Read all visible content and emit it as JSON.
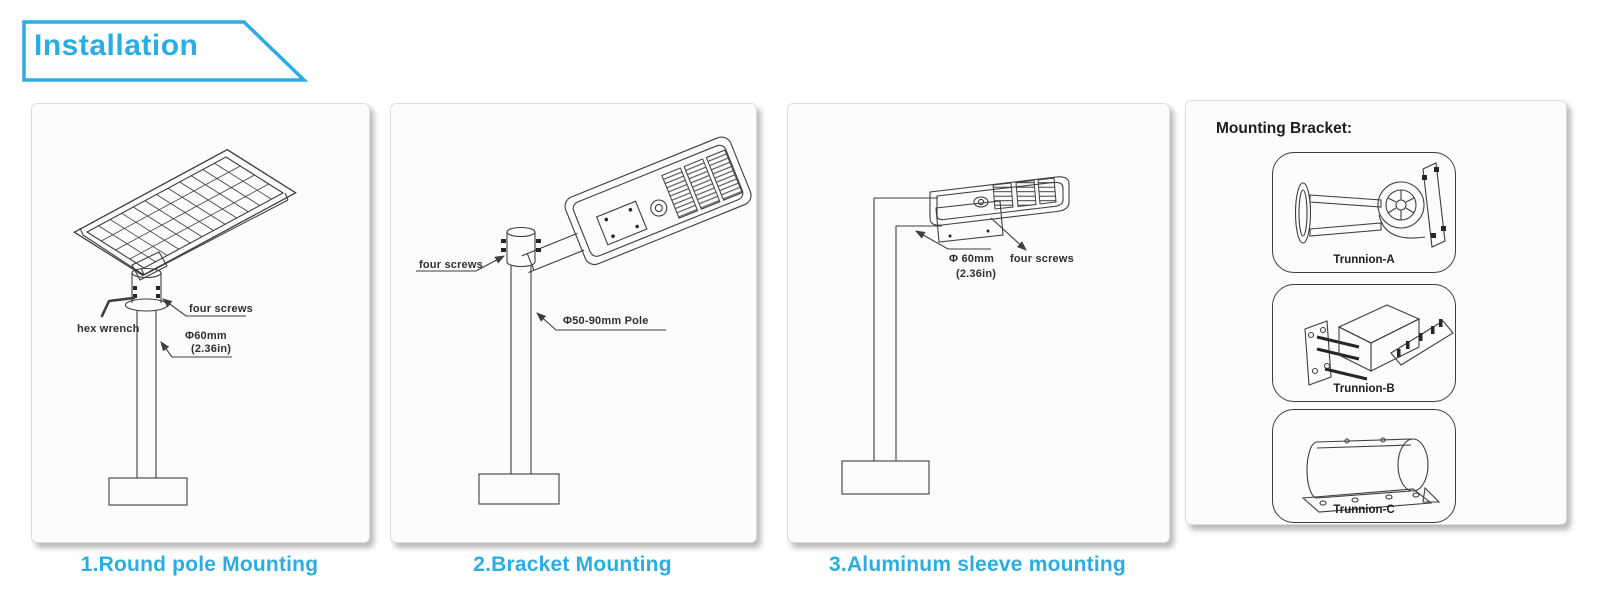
{
  "colors": {
    "accent": "#2BACE2",
    "line": "#3e3e3e",
    "label": "#2f2f2f",
    "panel_bg": "#fcfcfd"
  },
  "header": {
    "title": "Installation"
  },
  "panels": [
    {
      "caption": "1.Round pole Mounting",
      "labels": {
        "hex_wrench": "hex wrench",
        "four_screws": "four screws",
        "diameter_line1": "Φ60mm",
        "diameter_line2": "(2.36in)"
      }
    },
    {
      "caption": "2.Bracket Mounting",
      "labels": {
        "four_screws": "four screws",
        "pole": "Φ50-90mm Pole"
      }
    },
    {
      "caption": "3.Aluminum sleeve mounting",
      "labels": {
        "diameter_line1": "Φ 60mm",
        "diameter_line2": "(2.36in)",
        "four_screws": "four screws"
      }
    },
    {
      "title": "Mounting Bracket:",
      "brackets": [
        {
          "label": "Trunnion-A"
        },
        {
          "label": "Trunnion-B"
        },
        {
          "label": "Trunnion-C"
        }
      ]
    }
  ]
}
